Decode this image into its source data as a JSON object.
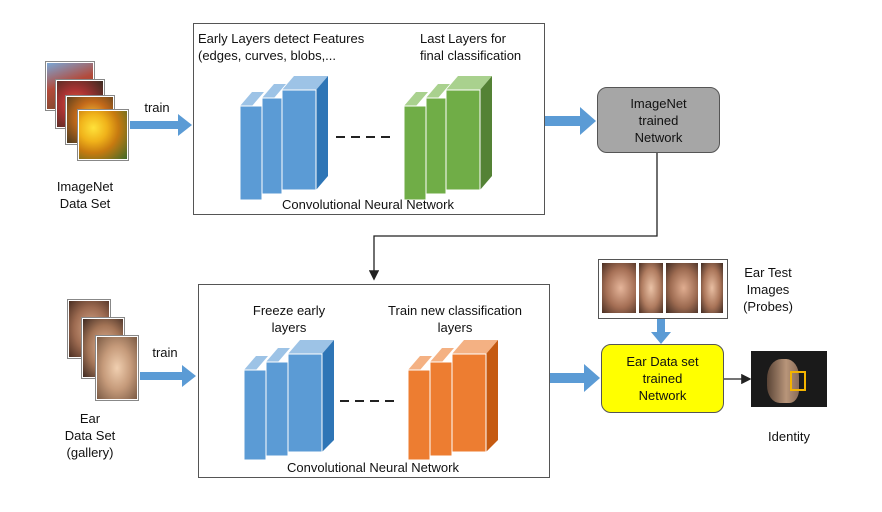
{
  "top": {
    "dataset_label_line1": "ImageNet",
    "dataset_label_line2": "Data Set",
    "train_label": "train",
    "early_layers_line1": "Early Layers detect Features",
    "early_layers_line2": "(edges, curves, blobs,...",
    "last_layers_line1": "Last Layers for",
    "last_layers_line2": "final classification",
    "cnn_label": "Convolutional Neural Network",
    "trained_net_line1": "ImageNet",
    "trained_net_line2": "trained",
    "trained_net_line3": "Network"
  },
  "bottom": {
    "dataset_label_line1": "Ear",
    "dataset_label_line2": "Data Set",
    "dataset_label_line3": "(gallery)",
    "train_label": "train",
    "freeze_line1": "Freeze early",
    "freeze_line2": "layers",
    "train_new_line1": "Train new classification",
    "train_new_line2": "layers",
    "cnn_label": "Convolutional Neural Network",
    "trained_net_line1": "Ear Data set",
    "trained_net_line2": "trained",
    "trained_net_line3": "Network",
    "probes_line1": "Ear Test",
    "probes_line2": "Images",
    "probes_line3": "(Probes)",
    "identity_label": "Identity"
  },
  "colors": {
    "blue_layer": "#5B9BD5",
    "green_layer": "#70AD47",
    "orange_layer": "#ED7D31",
    "arrow": "#5B9BD5",
    "imagenet_box": "#A6A6A6",
    "ear_box": "#FFFF00"
  }
}
